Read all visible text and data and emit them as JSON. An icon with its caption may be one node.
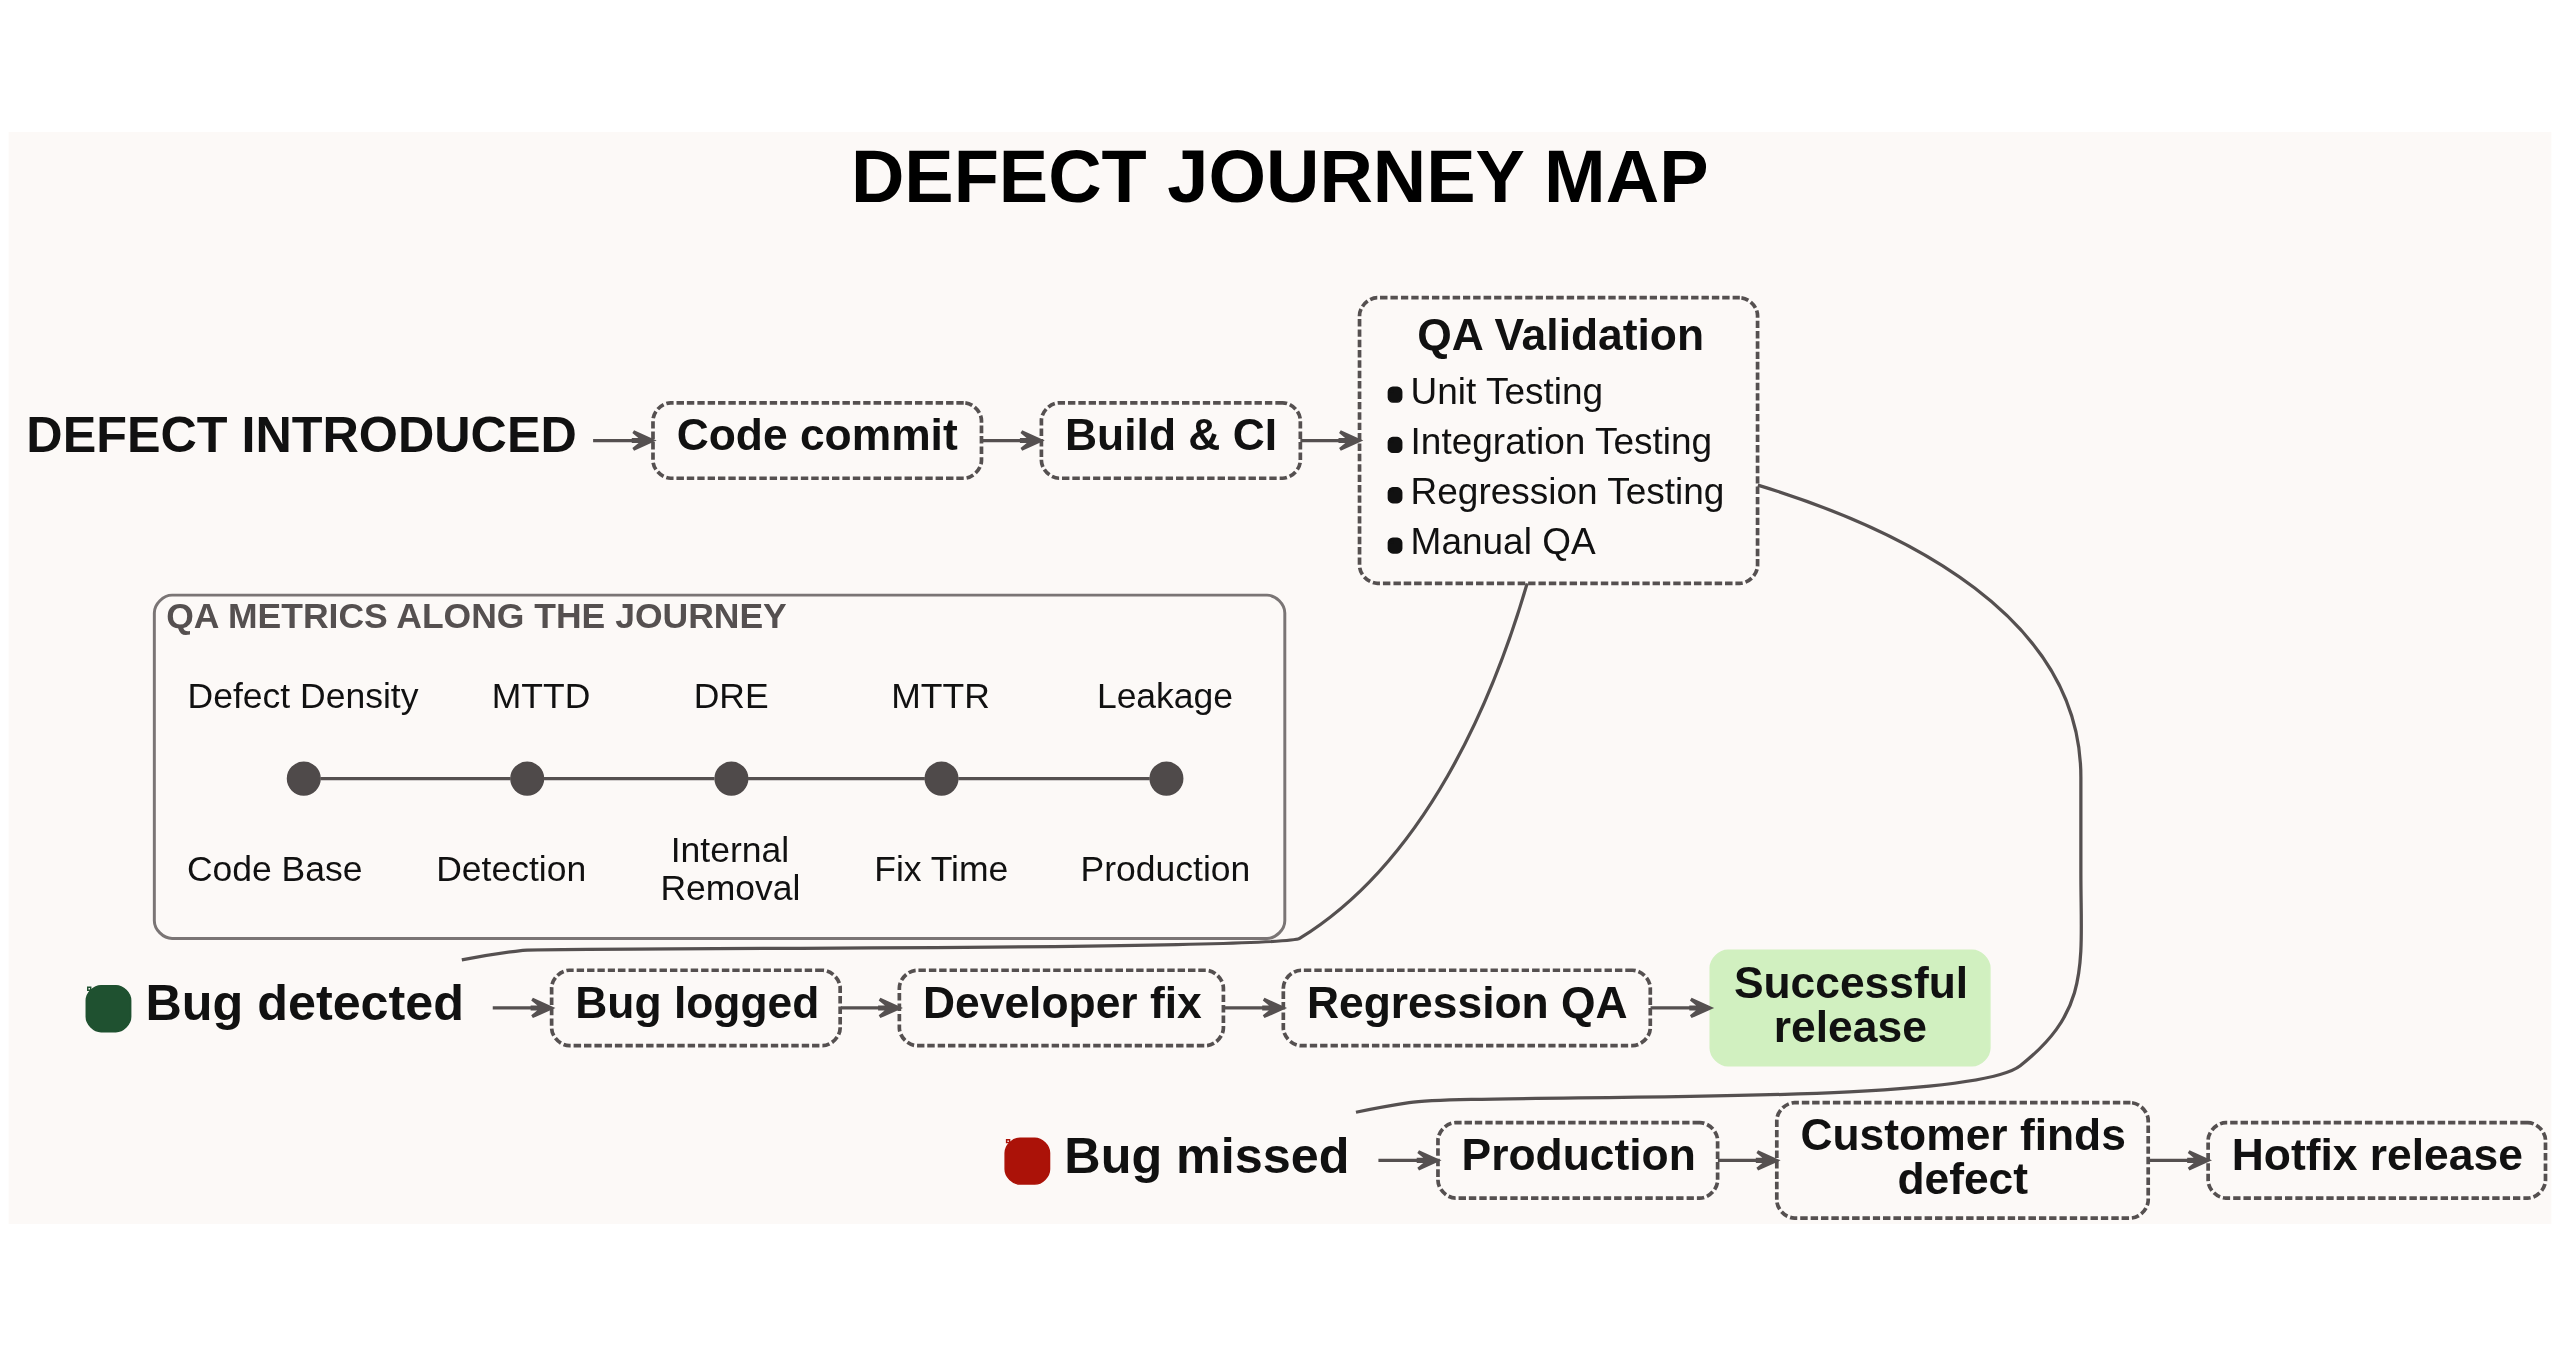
{
  "diagram": {
    "title": "DEFECT JOURNEY MAP",
    "nodes": [
      {
        "text": [
          "DEFECT INTRODUCED"
        ]
      },
      {
        "text": [
          "Code commit"
        ]
      },
      {
        "text": [
          "Build & CI"
        ]
      },
      {
        "text": [
          "QA Validation",
          "Unit Testing",
          "Integration Testing",
          "Regression Testing",
          "Manual QA"
        ]
      },
      {
        "text": [
          "QA METRICS ALONG THE JOURNEY"
        ]
      },
      {
        "text": [],
        "shape": "circle",
        "in": 4,
        "beside": [
          "Defect Density",
          "Code Base"
        ]
      },
      {
        "text": [],
        "shape": "circle",
        "in": 4,
        "beside": [
          "MTTD",
          "Detection"
        ]
      },
      {
        "text": [],
        "shape": "circle",
        "in": 4,
        "beside": [
          "DRE",
          "Internal Removal"
        ]
      },
      {
        "text": [],
        "shape": "circle",
        "in": 4,
        "beside": [
          "MTTR",
          "Fix Time"
        ]
      },
      {
        "text": [],
        "shape": "circle",
        "in": 4,
        "beside": [
          "Leakage",
          "Production"
        ]
      },
      {
        "text": [
          "Bug detected"
        ]
      },
      {
        "text": [
          "Bug logged"
        ]
      },
      {
        "text": [
          "Developer fix"
        ]
      },
      {
        "text": [
          "Regression QA"
        ]
      },
      {
        "text": [
          "Successful release"
        ]
      },
      {
        "text": [
          "Bug missed"
        ]
      },
      {
        "text": [
          "Production"
        ]
      },
      {
        "text": [
          "Customer finds defect"
        ]
      },
      {
        "text": [
          "Hotfix release"
        ]
      }
    ],
    "edges": [
      {
        "from": 0,
        "to": 1,
        "arrow": "to"
      },
      {
        "from": 1,
        "to": 2,
        "arrow": "to"
      },
      {
        "from": 2,
        "to": 3,
        "arrow": "to"
      },
      {
        "from": 5,
        "to": 6,
        "arrow": "none"
      },
      {
        "from": 6,
        "to": 7,
        "arrow": "none"
      },
      {
        "from": 7,
        "to": 8,
        "arrow": "none"
      },
      {
        "from": 8,
        "to": 9,
        "arrow": "none"
      },
      {
        "from": 3,
        "to": 10,
        "arrow": "none"
      },
      {
        "from": 3,
        "to": 15,
        "arrow": "none"
      },
      {
        "from": 10,
        "to": 11,
        "arrow": "to"
      },
      {
        "from": 11,
        "to": 12,
        "arrow": "to"
      },
      {
        "from": 12,
        "to": 13,
        "arrow": "to"
      },
      {
        "from": 13,
        "to": 14,
        "arrow": "to"
      },
      {
        "from": 15,
        "to": 16,
        "arrow": "to"
      },
      {
        "from": 16,
        "to": 17,
        "arrow": "to"
      },
      {
        "from": 17,
        "to": 18,
        "arrow": "to"
      }
    ]
  }
}
